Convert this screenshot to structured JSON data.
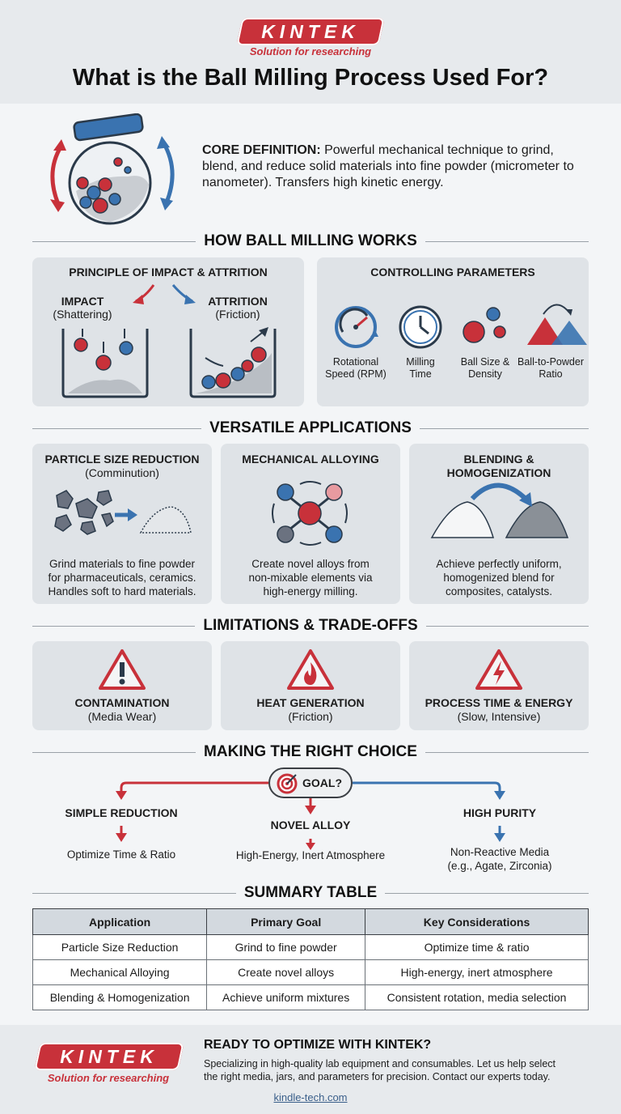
{
  "brand": {
    "logo_text": "KINTEK",
    "tagline": "Solution for researching",
    "colors": {
      "red": "#c8313a",
      "blue": "#3a73b0",
      "panel": "#dfe3e7"
    }
  },
  "header": {
    "title": "What is the Ball Milling Process Used For?"
  },
  "core": {
    "label": "CORE DEFINITION:",
    "text": " Powerful mechanical technique to grind, blend, and reduce solid materials into fine powder (micrometer to nanometer). Transfers high kinetic energy.",
    "icon": "milling-jar-icon"
  },
  "how": {
    "heading": "HOW BALL MILLING WORKS",
    "principle": {
      "title": "PRINCIPLE OF IMPACT & ATTRITION",
      "impact_title": "IMPACT",
      "impact_sub": "(Shattering)",
      "attrition_title": "ATTRITION",
      "attrition_sub": "(Friction)"
    },
    "params": {
      "title": "CONTROLLING PARAMETERS",
      "items": [
        {
          "label_1": "Rotational",
          "label_2": "Speed (RPM)",
          "icon": "speedometer-icon"
        },
        {
          "label_1": "Milling",
          "label_2": "Time",
          "icon": "clock-icon"
        },
        {
          "label_1": "Ball Size &",
          "label_2": "Density",
          "icon": "balls-icon"
        },
        {
          "label_1": "Ball-to-Powder",
          "label_2": "Ratio",
          "icon": "ratio-icon"
        }
      ]
    }
  },
  "apps": {
    "heading": "VERSATILE APPLICATIONS",
    "items": [
      {
        "title_1": "PARTICLE SIZE REDUCTION",
        "title_2": "(Comminution)",
        "desc_1": "Grind materials to fine powder",
        "desc_2": "for pharmaceuticals, ceramics.",
        "desc_3": "Handles soft to hard materials."
      },
      {
        "title_1": "MECHANICAL ALLOYING",
        "title_2": "",
        "desc_1": "Create novel alloys from",
        "desc_2": "non-mixable elements via",
        "desc_3": "high-energy milling."
      },
      {
        "title_1": "BLENDING &",
        "title_2": "HOMOGENIZATION",
        "desc_1": "Achieve perfectly uniform,",
        "desc_2": "homogenized blend for",
        "desc_3": "composites, catalysts."
      }
    ]
  },
  "limits": {
    "heading": "LIMITATIONS & TRADE-OFFS",
    "items": [
      {
        "title": "CONTAMINATION",
        "sub": "(Media Wear)",
        "icon": "warning-exclamation-icon"
      },
      {
        "title": "HEAT GENERATION",
        "sub": "(Friction)",
        "icon": "warning-flame-icon"
      },
      {
        "title": "PROCESS TIME & ENERGY",
        "sub": "(Slow, Intensive)",
        "icon": "warning-lightning-icon"
      }
    ]
  },
  "choice": {
    "heading": "MAKING THE RIGHT CHOICE",
    "goal": "GOAL?",
    "left": {
      "label": "SIMPLE REDUCTION",
      "desc": "Optimize Time & Ratio"
    },
    "center": {
      "label": "NOVEL ALLOY",
      "desc": "High-Energy, Inert Atmosphere"
    },
    "right": {
      "label": "HIGH PURITY",
      "desc_1": "Non-Reactive Media",
      "desc_2": "(e.g., Agate, Zirconia)"
    }
  },
  "summary": {
    "heading": "SUMMARY TABLE",
    "columns": [
      "Application",
      "Primary Goal",
      "Key Considerations"
    ],
    "rows": [
      [
        "Particle Size Reduction",
        "Grind to fine powder",
        "Optimize time & ratio"
      ],
      [
        "Mechanical Alloying",
        "Create novel alloys",
        "High-energy, inert atmosphere"
      ],
      [
        "Blending & Homogenization",
        "Achieve uniform mixtures",
        "Consistent rotation, media selection"
      ]
    ]
  },
  "footer": {
    "cta_title": "READY TO OPTIMIZE WITH KINTEK?",
    "cta_line1": "Specializing in high-quality lab equipment and consumables. Let us help select",
    "cta_line2": "the right media, jars, and parameters for precision. Contact our experts today.",
    "link": "kindle-tech.com"
  }
}
